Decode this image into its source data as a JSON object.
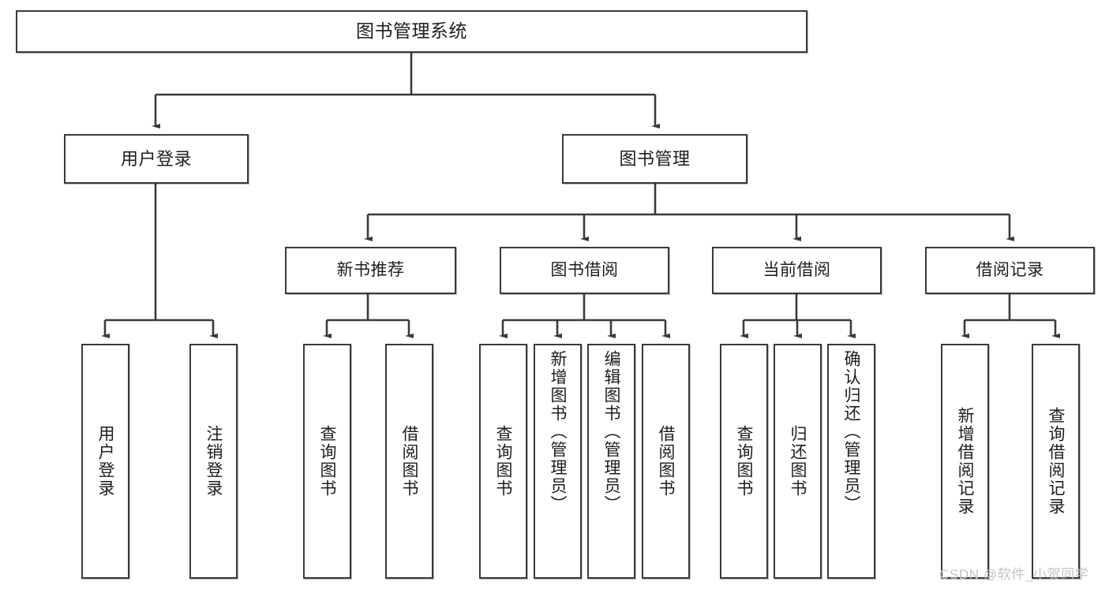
{
  "diagram": {
    "title": "图书管理系统",
    "type": "functional-structure-tree",
    "watermark": "CSDN @软件_小贺同学",
    "colors": {
      "stroke": "#3a3a3a",
      "text": "#1d1d1d",
      "background": "#ffffff",
      "watermark": "#c3c3c3"
    },
    "levels": {
      "root": {
        "label": "图书管理系统"
      },
      "level2": [
        {
          "id": "user-login",
          "label": "用户登录"
        },
        {
          "id": "book-management",
          "label": "图书管理"
        }
      ],
      "level3": [
        {
          "id": "new-book-recommend",
          "label": "新书推荐"
        },
        {
          "id": "book-borrow",
          "label": "图书借阅"
        },
        {
          "id": "current-borrow",
          "label": "当前借阅"
        },
        {
          "id": "borrow-record",
          "label": "借阅记录"
        }
      ],
      "leaves": {
        "user_login": [
          {
            "id": "leaf-user-login",
            "label": "用户登录"
          },
          {
            "id": "leaf-logout-login",
            "label": "注销登录"
          }
        ],
        "new_book_recommend": [
          {
            "id": "leaf-query-book-1",
            "label": "查询图书"
          },
          {
            "id": "leaf-borrow-book-1",
            "label": "借阅图书"
          }
        ],
        "book_borrow": [
          {
            "id": "leaf-query-book-2",
            "label": "查询图书"
          },
          {
            "id": "leaf-add-book",
            "label": "新增图书（管理员）"
          },
          {
            "id": "leaf-edit-book",
            "label": "编辑图书（管理员）"
          },
          {
            "id": "leaf-borrow-book-2",
            "label": "借阅图书"
          }
        ],
        "current_borrow": [
          {
            "id": "leaf-query-book-3",
            "label": "查询图书"
          },
          {
            "id": "leaf-return-book",
            "label": "归还图书"
          },
          {
            "id": "leaf-confirm-return",
            "label": "确认归还（管理员）"
          }
        ],
        "borrow_record": [
          {
            "id": "leaf-add-borrow-record",
            "label": "新增借阅记录"
          },
          {
            "id": "leaf-query-borrow-record",
            "label": "查询借阅记录"
          }
        ]
      }
    }
  }
}
